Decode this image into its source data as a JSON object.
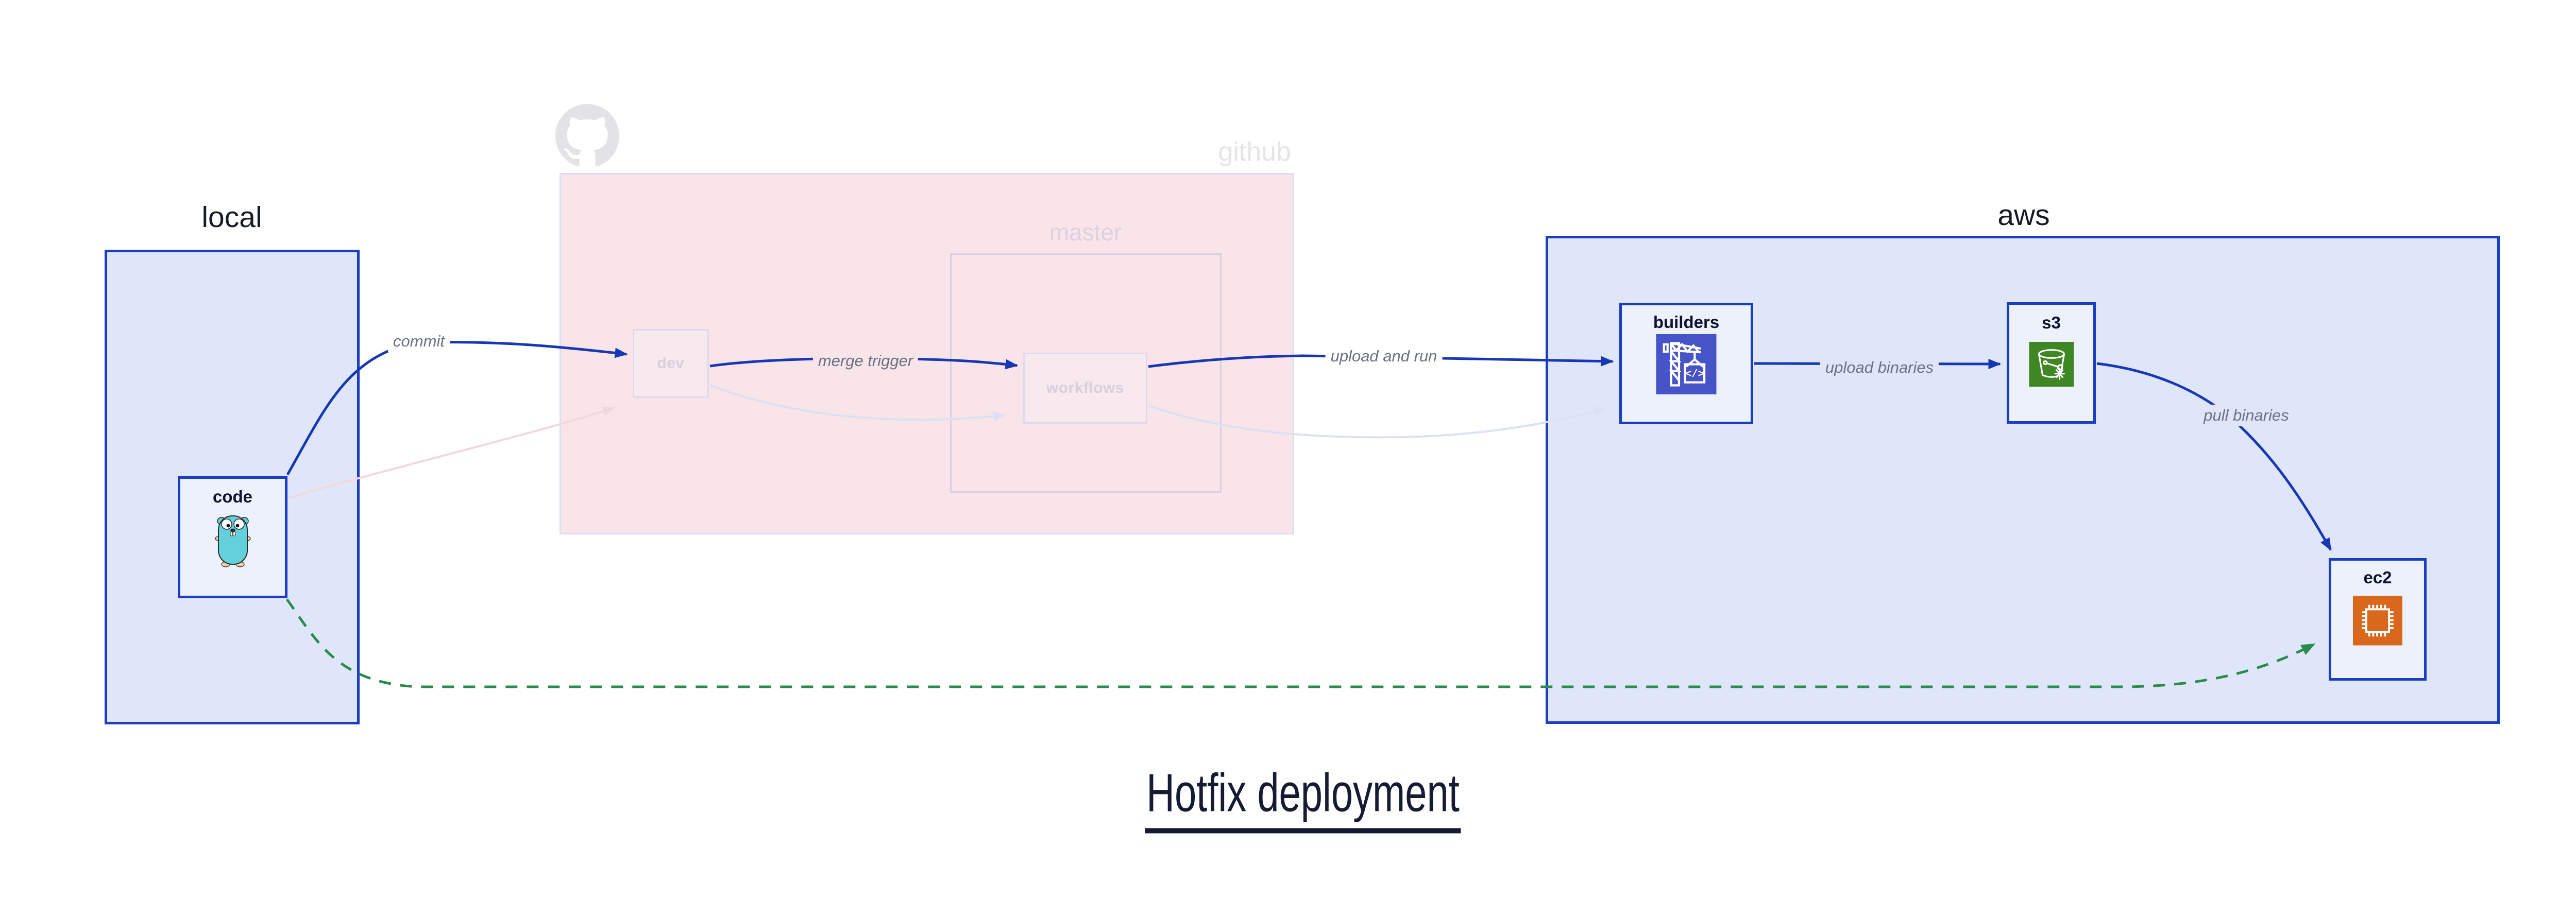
{
  "diagram": {
    "title": "Hotfix deployment",
    "regions": {
      "local": {
        "label": "local"
      },
      "github": {
        "label": "github"
      },
      "master": {
        "label": "master"
      },
      "aws": {
        "label": "aws"
      }
    },
    "nodes": {
      "code": {
        "label": "code",
        "icon": "gopher-icon"
      },
      "dev": {
        "label": "dev"
      },
      "workflows": {
        "label": "workflows"
      },
      "builders": {
        "label": "builders",
        "icon": "codebuild-crane-icon"
      },
      "s3": {
        "label": "s3",
        "icon": "s3-bucket-icon"
      },
      "ec2": {
        "label": "ec2",
        "icon": "ec2-chip-icon"
      }
    },
    "edges": {
      "commit": {
        "label": "commit"
      },
      "merge_trigger": {
        "label": "merge trigger"
      },
      "upload_and_run": {
        "label": "upload and run"
      },
      "upload_binaries": {
        "label": "upload binaries"
      },
      "pull_binaries": {
        "label": "pull binaries"
      }
    },
    "colors": {
      "arrow_blue": "#1737b4",
      "box_border_blue": "#1a3ec2",
      "region_fill_blue": "#dfe6f9",
      "node_fill": "#edf1fc",
      "github_fill": "#f9e4ea",
      "github_border": "#d8dff2",
      "faded_pink_arrow": "#f4d7de",
      "faded_lavender_arrow": "#dce0f3",
      "hotfix_green": "#2a8c4a",
      "codebuild_purple": "#4754c7",
      "s3_green": "#3f8624",
      "ec2_orange": "#d9671c",
      "gopher_teal": "#63d1dc",
      "ghost_text": "#e6e4e7"
    }
  }
}
